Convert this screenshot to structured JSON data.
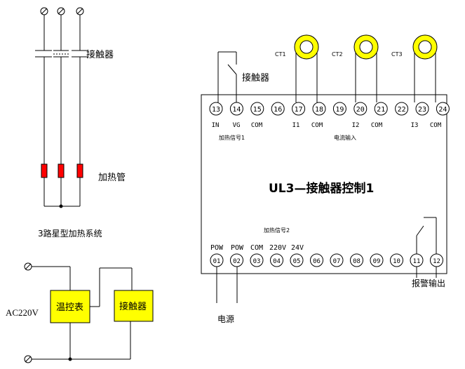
{
  "colors": {
    "stroke": "#000000",
    "heater_fill": "#ff0000",
    "box_fill": "#ffff00",
    "ring_outer": "#ffff00",
    "background": "#ffffff"
  },
  "left": {
    "contactor_label": "接触器",
    "heater_label": "加热管",
    "system_caption": "3路星型加热系统",
    "supply_label": "AC220V",
    "thermostat_label": "温控表",
    "contactor_box_label": "接触器"
  },
  "module": {
    "title": "UL3—接触器控制1",
    "top_contactor_label": "接触器",
    "ct_labels": [
      "CT1",
      "CT2",
      "CT3"
    ],
    "top_terminals": [
      "13",
      "14",
      "15",
      "16",
      "17",
      "18",
      "19",
      "20",
      "21",
      "22",
      "23",
      "24"
    ],
    "top_signals": [
      "IN",
      "VG",
      "COM",
      "I1",
      "COM",
      "I2",
      "COM",
      "I3",
      "COM"
    ],
    "heat_signal_1": "加热信号1",
    "current_input": "电流输入",
    "heat_signal_2": "加热信号2",
    "bottom_signals": [
      "POW",
      "POW",
      "COM",
      "220V",
      "24V"
    ],
    "bottom_terminals": [
      "01",
      "02",
      "03",
      "04",
      "05",
      "06",
      "07",
      "08",
      "09",
      "10",
      "11",
      "12"
    ],
    "alarm_output": "报警输出",
    "power_label": "电源"
  }
}
